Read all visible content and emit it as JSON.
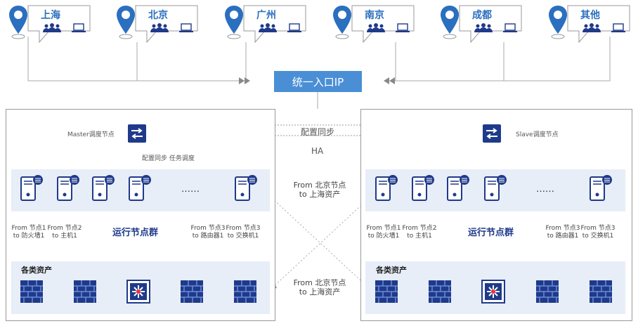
{
  "cities": [
    "上海",
    "北京",
    "广州",
    "南京",
    "成都",
    "其他"
  ],
  "entry_label": "统一入口IP",
  "config_sync_top": "配置同步",
  "ha_label": "HA",
  "left_panel": {
    "node_label": "Master调度节点",
    "sync_label": "配置同步 任务调度",
    "cluster_label": "运行节点群",
    "assets_label": "各类资产",
    "ellipsis": "……",
    "flows": [
      "From 节点1\nto 防火墙1",
      "From 节点2\nto 主机1",
      "From 节点3\nto 路由器1",
      "From 节点3\nto 交换机1"
    ]
  },
  "right_panel": {
    "node_label": "Slave调度节点",
    "cluster_label": "运行节点群",
    "assets_label": "各类资产",
    "ellipsis": "……",
    "flows": [
      "From 节点1\nto 防火墙1",
      "From 节点2\nto 主机1",
      "From 节点3\nto 路由器1",
      "From 节点3\nto 交换机1"
    ]
  },
  "cross_labels": [
    "From 北京节点\nto 上海资产",
    "From 北京节点\nto 上海资产"
  ],
  "colors": {
    "accent": "#4a8fd6",
    "dark": "#1f3a8a",
    "band": "#e8eef8",
    "pin": "#2b6fbf"
  }
}
